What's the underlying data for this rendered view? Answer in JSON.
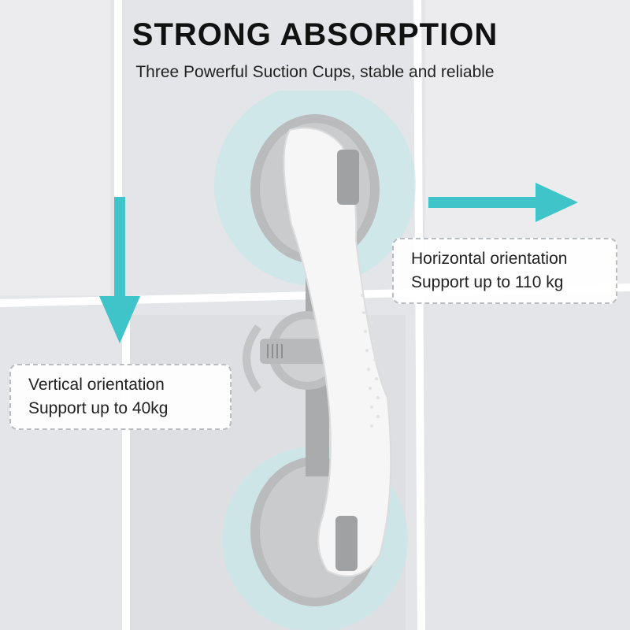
{
  "header": {
    "title": "STRONG ABSORPTION",
    "subtitle": "Three Powerful Suction Cups, stable and reliable"
  },
  "callouts": {
    "horizontal": {
      "line1": "Horizontal orientation",
      "line2": "Support up to 110 kg"
    },
    "vertical": {
      "line1": "Vertical orientation",
      "line2": "Support up to 40kg"
    }
  },
  "colors": {
    "accent": "#3fc4c9",
    "glow": "#bfe9ea",
    "tile": "#e6e7e9",
    "grout": "#ffffff",
    "handle": "#f6f6f6",
    "cup": "#b9bbbd"
  },
  "icons": {
    "right_arrow": "arrow-right-icon",
    "down_arrow": "arrow-down-icon"
  }
}
